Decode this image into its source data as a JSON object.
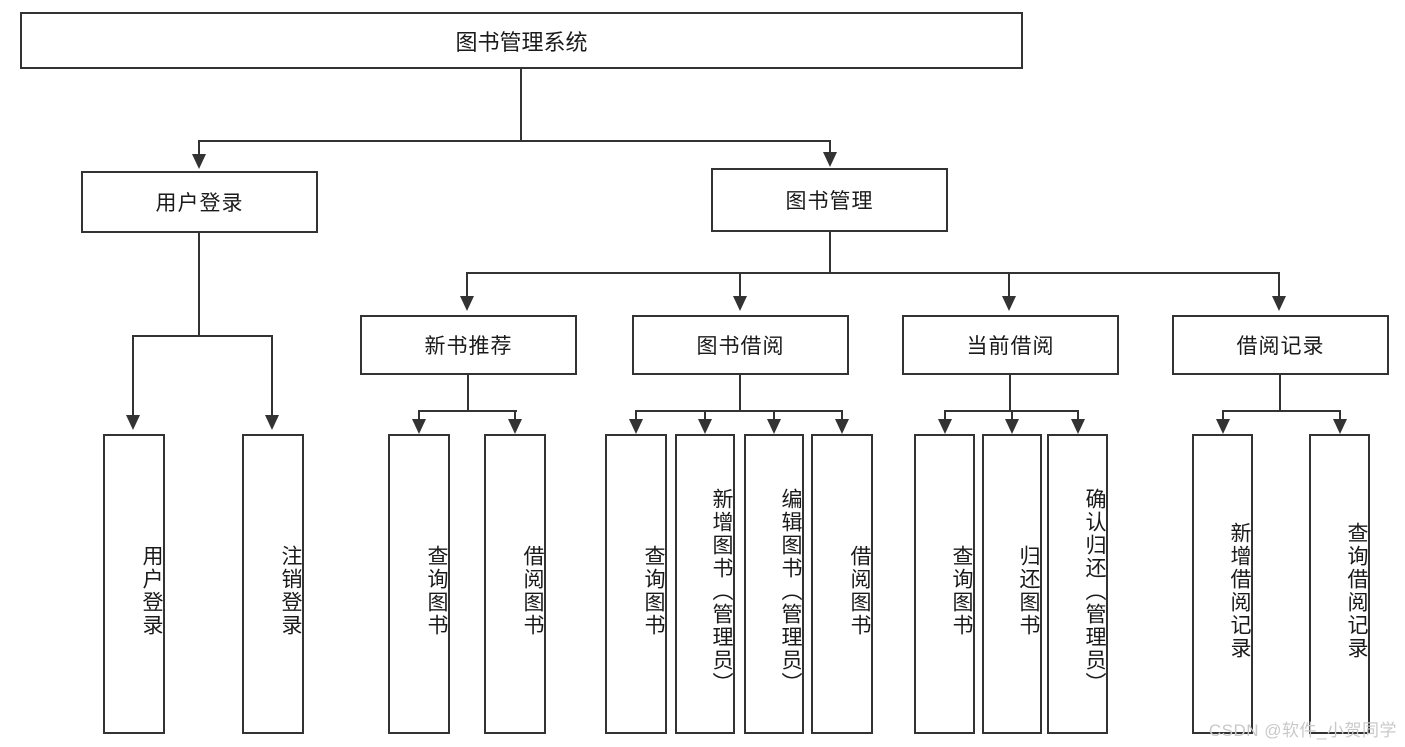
{
  "diagram": {
    "title": "图书管理系统",
    "root": {
      "label": "图书管理系统"
    },
    "level1": [
      {
        "label": "用户登录"
      },
      {
        "label": "图书管理"
      }
    ],
    "level2": [
      {
        "label": "新书推荐"
      },
      {
        "label": "图书借阅"
      },
      {
        "label": "当前借阅"
      },
      {
        "label": "借阅记录"
      }
    ],
    "leaves": {
      "user_login": [
        {
          "label": "用户登录"
        },
        {
          "label": "注销登录"
        }
      ],
      "new_book_recommend": [
        {
          "label": "查询图书"
        },
        {
          "label": "借阅图书"
        }
      ],
      "book_borrow": [
        {
          "label": "查询图书"
        },
        {
          "label": "新增图书（管理员）"
        },
        {
          "label": "编辑图书（管理员）"
        },
        {
          "label": "借阅图书"
        }
      ],
      "current_borrow": [
        {
          "label": "查询图书"
        },
        {
          "label": "归还图书"
        },
        {
          "label": "确认归还（管理员）"
        }
      ],
      "borrow_record": [
        {
          "label": "新增借阅记录"
        },
        {
          "label": "查询借阅记录"
        }
      ]
    }
  },
  "watermark": {
    "text": "CSDN @软件_小贺同学"
  },
  "colors": {
    "stroke": "#333333",
    "background": "#ffffff",
    "text": "#1a1a1a",
    "watermark": "#c9c9c9"
  }
}
